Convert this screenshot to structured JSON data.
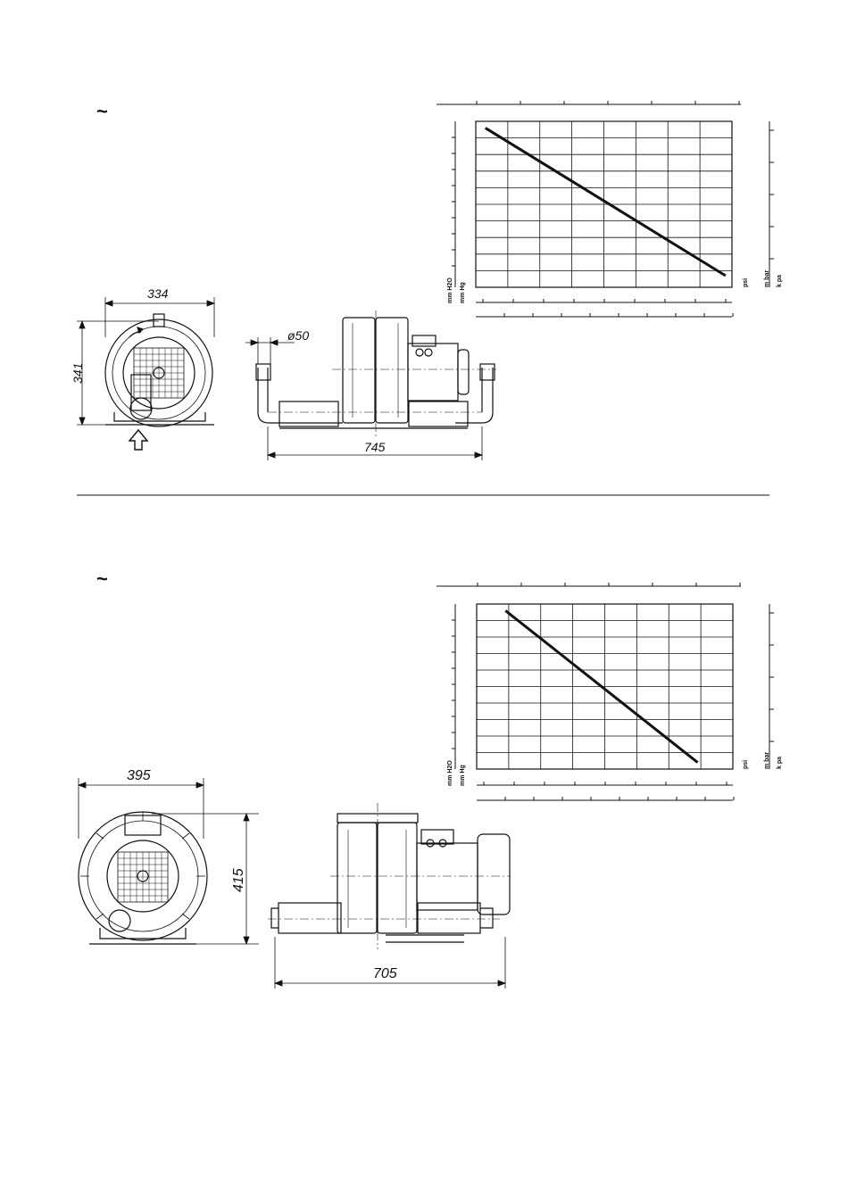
{
  "sections": [
    {
      "symbol": "~",
      "dims": {
        "width": "334",
        "height": "341",
        "length": "745",
        "port": "ø50"
      },
      "chart_units": {
        "left1": "mm H2O",
        "left2": "mm Hg",
        "right1": "psi",
        "right2": "m bar",
        "right3": "k pa"
      }
    },
    {
      "symbol": "~",
      "dims": {
        "width": "395",
        "height": "415",
        "length": "705"
      },
      "chart_units": {
        "left1": "mm H2O",
        "left2": "mm Hg",
        "right1": "psi",
        "right2": "m bar",
        "right3": "k pa"
      }
    }
  ],
  "chart_data": [
    {
      "type": "line",
      "title": "",
      "xlabel": "",
      "ylabel": "",
      "series": [
        {
          "values": [
            [
              0.3,
              9.6
            ],
            [
              7.8,
              0.7
            ]
          ]
        }
      ],
      "xlim": [
        0,
        8
      ],
      "ylim": [
        0,
        10
      ],
      "grid": true
    },
    {
      "type": "line",
      "title": "",
      "xlabel": "",
      "ylabel": "",
      "series": [
        {
          "values": [
            [
              0.9,
              9.6
            ],
            [
              6.9,
              0.4
            ]
          ]
        }
      ],
      "xlim": [
        0,
        8
      ],
      "ylim": [
        0,
        10
      ],
      "grid": true
    }
  ]
}
